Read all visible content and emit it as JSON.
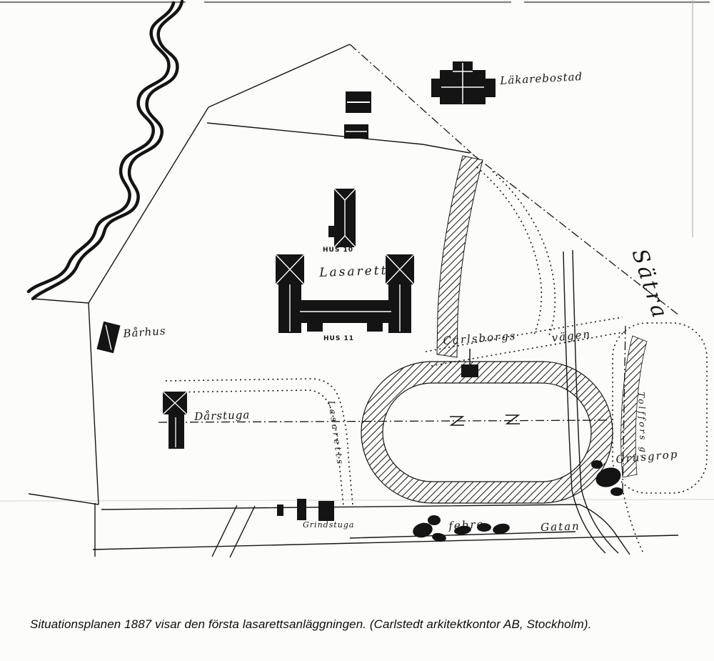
{
  "document": {
    "caption": "Situationsplanen 1887 visar den första lasarettsanläggningen. (Carlstedt arkitektkontor AB, Stockholm)."
  },
  "plan": {
    "ink_color": "#141414",
    "paper_color": "#fcfcfa",
    "labels": {
      "lakarebostad": "Läkarebostad",
      "hus10": "HUS 10",
      "lasarett": "Lasarett",
      "hus11": "HUS 11",
      "barhus": "Bårhus",
      "satra": "Sätra",
      "carlsborgs": "Carlsborgs",
      "vagen": "vägen",
      "darstuga": "Dårstuga",
      "lasaretts_road": "Lasaretts",
      "tolffors": "Tolffors g.",
      "grusgrop": "Grusgrop",
      "grindstuga": "Grindstuga",
      "street_partial": "febro",
      "gatan": "Gatan"
    }
  }
}
